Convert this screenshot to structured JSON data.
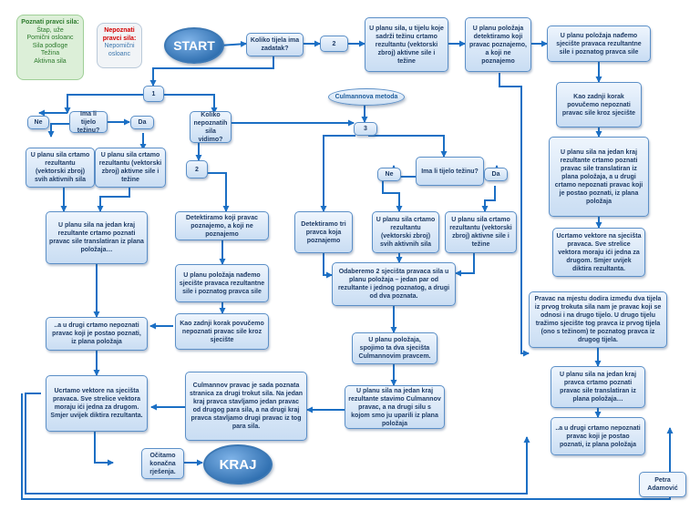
{
  "legend_known": {
    "title": "Poznati pravci sila:",
    "items": [
      "Štap, uže",
      "Pomični osloanc",
      "Sila podloge",
      "Težina",
      "Aktivna sila"
    ]
  },
  "legend_unknown": {
    "title": "Nepoznati pravci sila:",
    "items": [
      "Nepomični osloanc"
    ]
  },
  "start_label": "START",
  "end_label": "KRAJ",
  "culmann_label": "Culmannova metoda",
  "author": "Petra Adamović",
  "colors": {
    "box_border": "#5b8fc7",
    "known": "#2f8f2f",
    "unknown": "#d40000",
    "culmann": "#e48a00",
    "highlight": "#d000b0",
    "arrow": "#1b6fc4"
  },
  "nodes": {
    "q_count": "Koliko tijela ima zadatak?",
    "n1": "1",
    "n2": "2",
    "q_weight_1": "Ima li tijelo težinu?",
    "ne1": "Ne",
    "da1": "Da",
    "rez_active_1": "U planu sila crtamo rezultantu (vektorski zbroj) svih aktivnih sila",
    "rez_active_w_1": "U planu sila crtamo rezultantu (vektorski zbroj) aktivne sile i težine",
    "q_unknown": "Koliko nepoznatih sila vidimo?",
    "n2b": "2",
    "n3": "3",
    "transfer_1": "U planu sila na jedan kraj rezultante crtamo poznati pravac sile translatiran iz plana položaja…",
    "detect_1": "Detektiramo koji pravac poznajemo, a koji ne poznajemo",
    "intersect_1": "U planu položaja nađemo sjecište pravaca rezultantne sile i poznatog pravca sile",
    "last_step_1": "Kao zadnji korak povučemo nepoznati pravac sile kroz sjecište",
    "other_end_1": "..a u drugi crtamo nepoznati pravac koji je postao poznati, iz plana položaja",
    "draw_vectors_1": "Ucrtamo vektore na sjecišta pravaca. Sve strelice vektora moraju ići jedna za drugom. Smjer uvijek diktira rezultanta.",
    "result": "Očitamo konačna rješenja.",
    "body_weight_2": "U planu sila, u tijelu koje sadrži težinu crtamo rezultantu (vektorski zbroj) aktivne sile i težine",
    "detect_2": "U planu položaja detektiramo koji pravac poznajemo, a koji ne poznajemo",
    "intersect_2": "U planu položaja nađemo sjecište pravaca rezultantne sile i poznatog pravca sile",
    "last_step_2": "Kao zadnji korak povučemo nepoznati pravac sile kroz sjecište",
    "transfer_2": "U planu sila na jedan kraj rezultante crtamo poznati pravac sile translatiran iz plana položaja, a u drugi crtamo nepoznati pravac koji je postao poznati, iz plana položaja",
    "draw_vectors_2": "Ucrtamo vektore na sjecišta pravaca. Sve strelice vektora moraju ići jedna za drugom. Smjer uvijek diktira rezultanta.",
    "contact_dir": "Pravac na mjestu dodira između dva tijela iz prvog trokuta sila nam je pravac koji se odnosi i na drugo tijelo. U drugo tijelu tražimo sjecište tog pravca iz prvog tijela (ono s težinom) te poznatog pravca iz drugog tijela.",
    "transfer_3": "U planu sila na jedan kraj pravca crtamo poznati pravac sile translatiran iz plana položaja…",
    "other_end_3": "..a u drugi crtamo nepoznati pravac koji je postao poznati, iz plana položaja",
    "detect_three": "Detektiramo tri pravca koja poznajemo",
    "q_weight_3": "Ima li tijelo težinu?",
    "ne3": "Ne",
    "da3": "Da",
    "rez_active_3": "U planu sila crtamo rezultantu (vektorski zbroj) svih aktivnih sila",
    "rez_active_w_3": "U planu sila crtamo rezultantu (vektorski zbroj) aktivne sile i težine",
    "choose_two": "Odaberemo 2 sjecišta pravaca sila u planu položaja – jedan par od rezultante i jednog poznatog, a drugi od dva poznata.",
    "connect_culmann": "U planu položaja, spojimo ta dva sjecišta Culmannovim pravcem.",
    "place_culmann": "U planu sila na jedan kraj rezultante stavimo Culmannov pravac, a na drugi silu s kojom smo ju uparili iz plana položaja",
    "culmann_common": "Culmannov pravac je sada poznata stranica za drugi trokut sila. Na jedan kraj pravca stavljamo jedan pravac od drugog para sila, a na drugi kraj pravca stavljamo drugi pravac iz tog para sila."
  }
}
